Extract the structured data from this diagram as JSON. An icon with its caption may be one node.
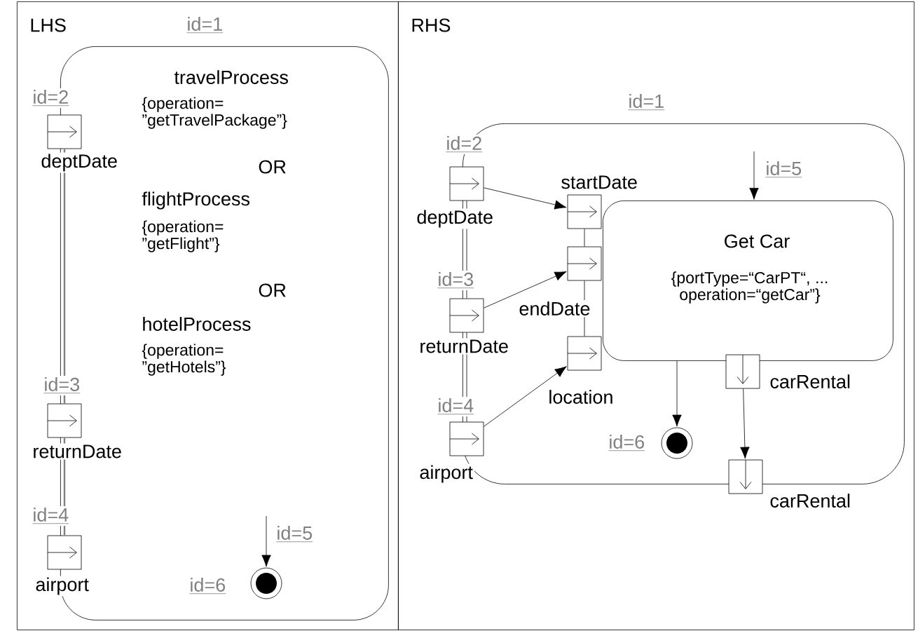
{
  "diagram": {
    "nodes": [
      {
        "text": [
          "LHS"
        ]
      },
      {
        "text": [
          "travelProcess",
          "{operation= ”getTravelPackage”}",
          "OR",
          "flightProcess",
          "{operation= ”getFlight”}",
          "OR",
          "hotelProcess",
          "{operation= ”getHotels”}"
        ],
        "in": 0,
        "beside": [
          "id=1"
        ]
      },
      {
        "text": [],
        "shape": "box",
        "in": 0,
        "beside": [
          "id=2",
          "deptDate"
        ]
      },
      {
        "text": [],
        "shape": "box",
        "in": 0,
        "beside": [
          "id=3",
          "returnDate"
        ]
      },
      {
        "text": [],
        "shape": "box",
        "in": 0,
        "beside": [
          "id=4",
          "airport"
        ]
      },
      {
        "text": [],
        "shape": "circle",
        "in": 1,
        "beside": [
          "id=6"
        ]
      },
      {
        "text": [
          "RHS"
        ]
      },
      {
        "text": [],
        "shape": "box",
        "in": 6,
        "beside": [
          "id=1"
        ]
      },
      {
        "text": [],
        "shape": "box",
        "in": 6,
        "beside": [
          "id=2",
          "deptDate"
        ]
      },
      {
        "text": [],
        "shape": "box",
        "in": 6,
        "beside": [
          "id=3",
          "returnDate"
        ]
      },
      {
        "text": [],
        "shape": "box",
        "in": 6,
        "beside": [
          "id=4",
          "airport"
        ]
      },
      {
        "text": [
          "Get Car",
          "{portType=“CarPT“, ... operation=“getCar”}"
        ],
        "in": 7
      },
      {
        "text": [],
        "shape": "box",
        "in": 7,
        "beside": [
          "startDate"
        ]
      },
      {
        "text": [],
        "shape": "box",
        "in": 7,
        "beside": [
          "endDate"
        ]
      },
      {
        "text": [],
        "shape": "box",
        "in": 7,
        "beside": [
          "location"
        ]
      },
      {
        "text": [],
        "shape": "box",
        "in": 7,
        "beside": [
          "carRental"
        ]
      },
      {
        "text": [],
        "shape": "box",
        "in": 6,
        "beside": [
          "carRental"
        ]
      },
      {
        "text": [],
        "shape": "circle",
        "in": 7,
        "beside": [
          "id=6"
        ]
      }
    ],
    "edges": [
      {
        "from": 2,
        "to": 3,
        "arrow": "none",
        "color": "#808080"
      },
      {
        "from": 3,
        "to": 4,
        "arrow": "none",
        "color": "#808080"
      },
      {
        "from": null,
        "to": 5,
        "arrow": "to",
        "label": "id=5"
      },
      {
        "from": 8,
        "to": 12,
        "arrow": "to"
      },
      {
        "from": 9,
        "to": 13,
        "arrow": "to"
      },
      {
        "from": 10,
        "to": 14,
        "arrow": "to"
      },
      {
        "from": 8,
        "to": 9,
        "arrow": "none"
      },
      {
        "from": 9,
        "to": 10,
        "arrow": "none"
      },
      {
        "from": 12,
        "to": 13,
        "arrow": "none"
      },
      {
        "from": 13,
        "to": 14,
        "arrow": "none"
      },
      {
        "from": 11,
        "to": 17,
        "arrow": "to"
      },
      {
        "from": 15,
        "to": 16,
        "arrow": "to"
      },
      {
        "from": null,
        "to": 11,
        "arrow": "to",
        "label": "id=5"
      }
    ]
  }
}
